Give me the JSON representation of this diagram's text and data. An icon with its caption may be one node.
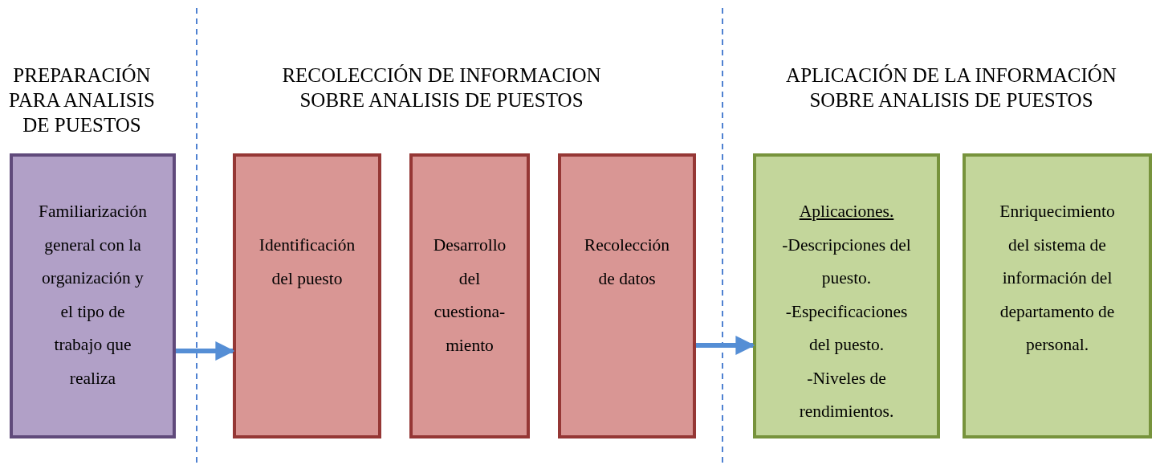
{
  "diagram": {
    "nodes": [
      {
        "text": [
          "Familiarización general con la organización y el tipo de trabajo que realiza"
        ]
      },
      {
        "text": [
          "Identificación del puesto"
        ]
      },
      {
        "text": [
          "Desarrollo del cuestiona- miento"
        ]
      },
      {
        "text": [
          "Recolección de datos"
        ]
      },
      {
        "text": [
          "Aplicaciones.",
          "-Descripciones del puesto.",
          "-Especificaciones del puesto.",
          "-Niveles de rendimientos."
        ]
      },
      {
        "text": [
          "Enriquecimiento del sistema de información del departamento de personal."
        ]
      }
    ],
    "edges": [
      {
        "from": 0,
        "to": 1,
        "arrow": "to"
      },
      {
        "from": 3,
        "to": 4,
        "arrow": "to"
      }
    ],
    "labels": [
      "PREPARACIÓN PARA ANALISIS DE PUESTOS",
      "RECOLECCIÓN DE INFORMACION SOBRE ANALISIS DE PUESTOS",
      "APLICACIÓN DE LA INFORMACIÓN SOBRE ANALISIS DE PUESTOS"
    ]
  }
}
